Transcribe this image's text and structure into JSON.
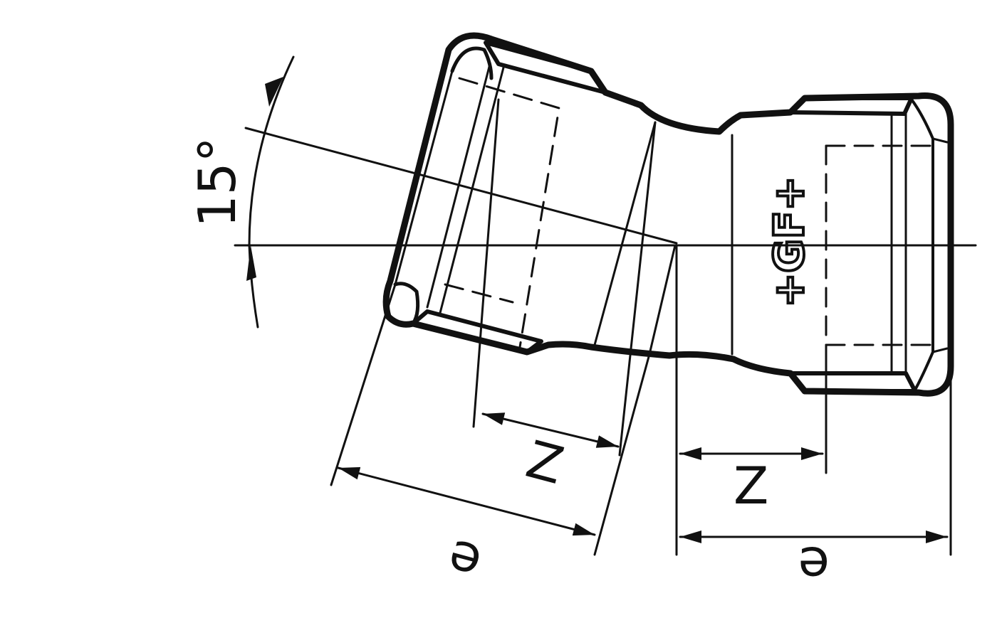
{
  "labels": {
    "angle": "15°",
    "left_z": "Z",
    "left_e": "e",
    "right_z": "Z",
    "right_e": "e",
    "logo": "+GF+"
  },
  "colors": {
    "ink": "#111111",
    "background": "#ffffff"
  }
}
